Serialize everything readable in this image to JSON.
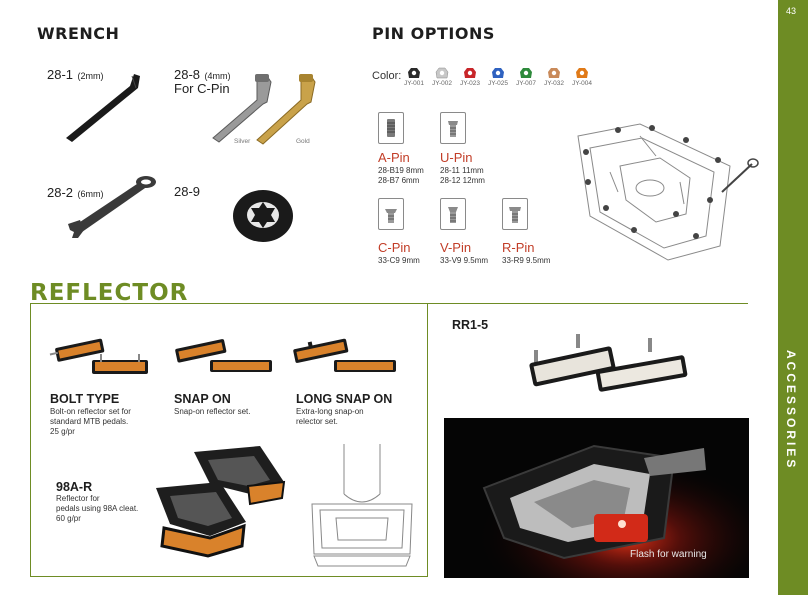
{
  "page_number": "43",
  "side_label": "ACCESSORIES",
  "wrench": {
    "title": "WRENCH",
    "items": [
      {
        "code": "28-1",
        "size": "(2mm)",
        "sub": ""
      },
      {
        "code": "28-8",
        "size": "(4mm)",
        "sub": "For C-Pin",
        "variants": [
          "Silver",
          "Gold"
        ]
      },
      {
        "code": "28-2",
        "size": "(6mm)",
        "sub": ""
      },
      {
        "code": "28-9",
        "size": "",
        "sub": ""
      }
    ]
  },
  "pin_options": {
    "title": "PIN OPTIONS",
    "color_label": "Color:",
    "colors": [
      {
        "code": "JY-001",
        "hex": "#2a2a2a"
      },
      {
        "code": "JY-002",
        "hex": "#c8c8c8"
      },
      {
        "code": "JY-023",
        "hex": "#c8262a"
      },
      {
        "code": "JY-025",
        "hex": "#2f62c0"
      },
      {
        "code": "JY-007",
        "hex": "#2e8a3c"
      },
      {
        "code": "JY-032",
        "hex": "#c98a5a"
      },
      {
        "code": "JY-004",
        "hex": "#e07a18"
      }
    ],
    "pins": [
      {
        "name": "A-Pin",
        "specs": [
          "28-B19 8mm",
          "28-B7 6mm"
        ]
      },
      {
        "name": "U-Pin",
        "specs": [
          "28-11 11mm",
          "28-12 12mm"
        ]
      },
      {
        "name": "C-Pin",
        "specs": [
          "33-C9 9mm"
        ]
      },
      {
        "name": "V-Pin",
        "specs": [
          "33-V9 9.5mm"
        ]
      },
      {
        "name": "R-Pin",
        "specs": [
          "33-R9 9.5mm"
        ]
      }
    ]
  },
  "reflector": {
    "title": "REFLECTOR",
    "items": [
      {
        "name": "BOLT TYPE",
        "desc": [
          "Bolt-on reflector set for",
          "standard MTB pedals.",
          "25 g/pr"
        ]
      },
      {
        "name": "SNAP ON",
        "desc": [
          "Snap-on reflector set."
        ]
      },
      {
        "name": "LONG SNAP ON",
        "desc": [
          "Extra-long snap-on",
          "relector set."
        ]
      },
      {
        "name": "98A-R",
        "desc": [
          "Reflector for",
          "pedals using 98A cleat.",
          "60 g/pr"
        ]
      }
    ],
    "rr": {
      "name": "RR1-5",
      "caption": "Flash for warning"
    }
  },
  "colors": {
    "accent": "#6e8c24",
    "pin_name": "#c23e28",
    "reflector_orange": "#d9822b"
  }
}
